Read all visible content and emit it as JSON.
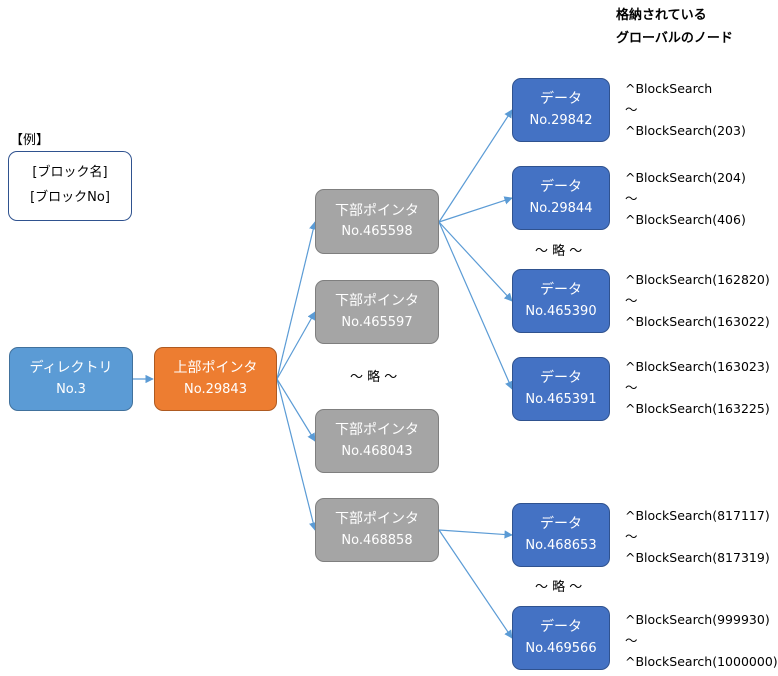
{
  "header": {
    "line1": "格納されている",
    "line2": "グローバルのノード"
  },
  "legend": {
    "title": "【例】",
    "line1": "[ブロック名]",
    "line2": "[ブロックNo]"
  },
  "nodes": {
    "directory": {
      "label": "ディレクトリ",
      "no": "No.3"
    },
    "upper": {
      "label": "上部ポインタ",
      "no": "No.29843"
    },
    "lower": [
      {
        "label": "下部ポインタ",
        "no": "No.465598"
      },
      {
        "label": "下部ポインタ",
        "no": "No.465597"
      },
      {
        "label": "下部ポインタ",
        "no": "No.468043"
      },
      {
        "label": "下部ポインタ",
        "no": "No.468858"
      }
    ],
    "data": [
      {
        "label": "データ",
        "no": "No.29842"
      },
      {
        "label": "データ",
        "no": "No.29844"
      },
      {
        "label": "データ",
        "no": "No.465390"
      },
      {
        "label": "データ",
        "no": "No.465391"
      },
      {
        "label": "データ",
        "no": "No.468653"
      },
      {
        "label": "データ",
        "no": "No.469566"
      }
    ]
  },
  "omitted": {
    "label": "～ 略 ～"
  },
  "annotations": [
    {
      "start": "^BlockSearch",
      "tilde": "～",
      "end": "^BlockSearch(203)"
    },
    {
      "start": "^BlockSearch(204)",
      "tilde": "～",
      "end": "^BlockSearch(406)"
    },
    {
      "start": "^BlockSearch(162820)",
      "tilde": "～",
      "end": "^BlockSearch(163022)"
    },
    {
      "start": "^BlockSearch(163023)",
      "tilde": "～",
      "end": "^BlockSearch(163225)"
    },
    {
      "start": "^BlockSearch(817117)",
      "tilde": "～",
      "end": "^BlockSearch(817319)"
    },
    {
      "start": "^BlockSearch(999930)",
      "tilde": "～",
      "end": "^BlockSearch(1000000)"
    }
  ],
  "colors": {
    "directory": "#5b9bd5",
    "upper": "#ed7d31",
    "lower": "#a5a5a5",
    "data": "#4472c4",
    "edge": "#5b9bd5"
  }
}
